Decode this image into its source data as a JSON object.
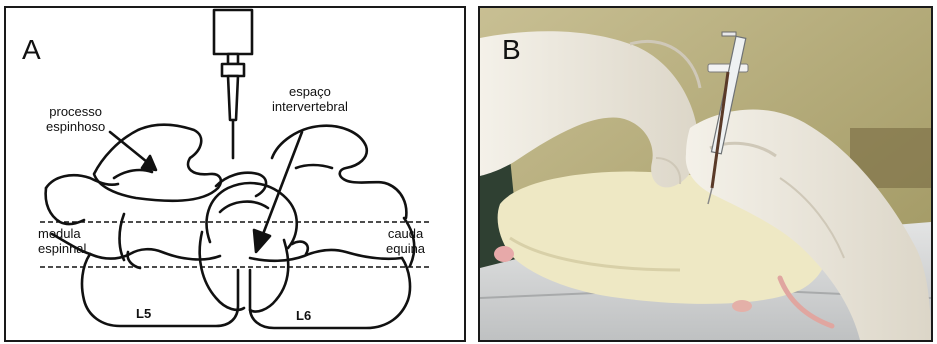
{
  "panel_a": {
    "letter": "A",
    "labels": {
      "processo_line1": "processo",
      "processo_line2": "espinhoso",
      "espaco_line1": "espaço",
      "espaco_line2": "intervertebral",
      "medula_line1": "medula",
      "medula_line2": "espinhal",
      "cauda_line1": "cauda",
      "cauda_line2": "equina",
      "vertebra_left": "L5",
      "vertebra_right": "L6"
    }
  },
  "panel_b": {
    "letter": "B"
  },
  "colors": {
    "line": "#111111",
    "photo_wall": "#b9b07c",
    "glove": "#f2efe6",
    "rat_fur": "#efe9c8",
    "table": "#d9dbdc"
  }
}
